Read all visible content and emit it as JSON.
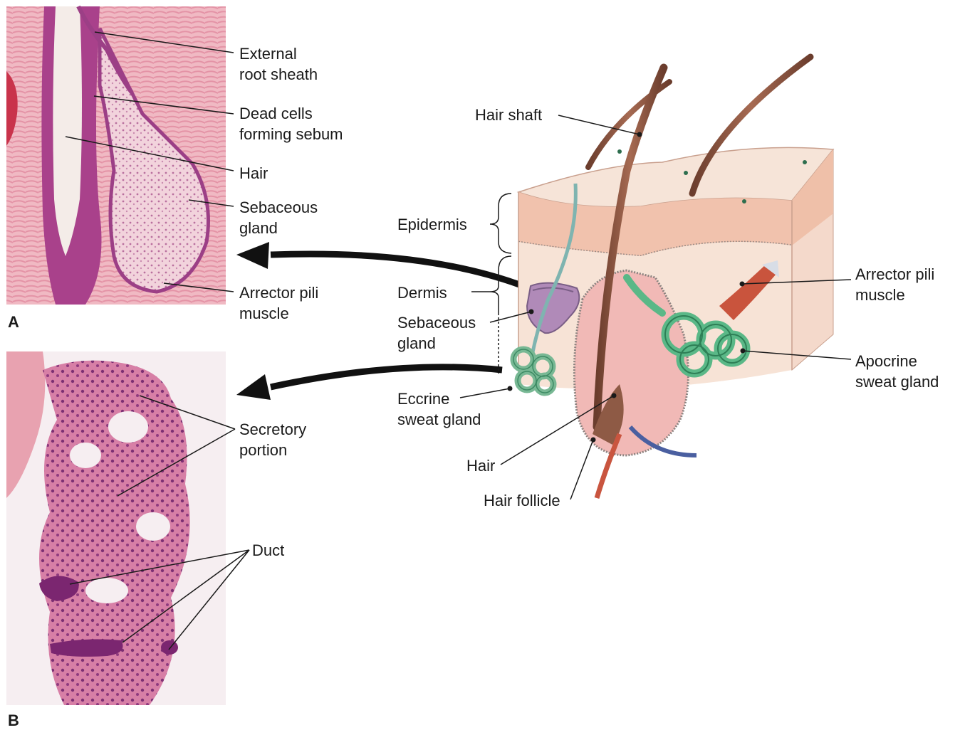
{
  "panel_a": {
    "letter": "A",
    "labels": {
      "external_root_sheath": "External\nroot sheath",
      "dead_cells": "Dead cells\nforming sebum",
      "hair": "Hair",
      "sebaceous_gland": "Sebaceous\ngland",
      "arrector_pili": "Arrector pili\nmuscle"
    }
  },
  "panel_b": {
    "letter": "B",
    "labels": {
      "secretory_portion": "Secretory\nportion",
      "duct": "Duct"
    }
  },
  "skin": {
    "labels": {
      "hair_shaft": "Hair shaft",
      "epidermis": "Epidermis",
      "dermis": "Dermis",
      "sebaceous_gland": "Sebaceous\ngland",
      "eccrine_sweat_gland": "Eccrine\nsweat gland",
      "hair": "Hair",
      "hair_follicle": "Hair follicle",
      "arrector_pili": "Arrector pili\nmuscle",
      "apocrine_sweat_gland": "Apocrine\nsweat gland"
    }
  },
  "colors": {
    "tissue_pink": "#e9a9b8",
    "stain_purple": "#a8508f",
    "epidermis": "#f3cdb6",
    "dermis": "#f5dccb",
    "hair": "#8e5a45",
    "gland_green": "#5ab887",
    "sebaceous_purple": "#b08ab8",
    "muscle_red": "#c9543d"
  }
}
